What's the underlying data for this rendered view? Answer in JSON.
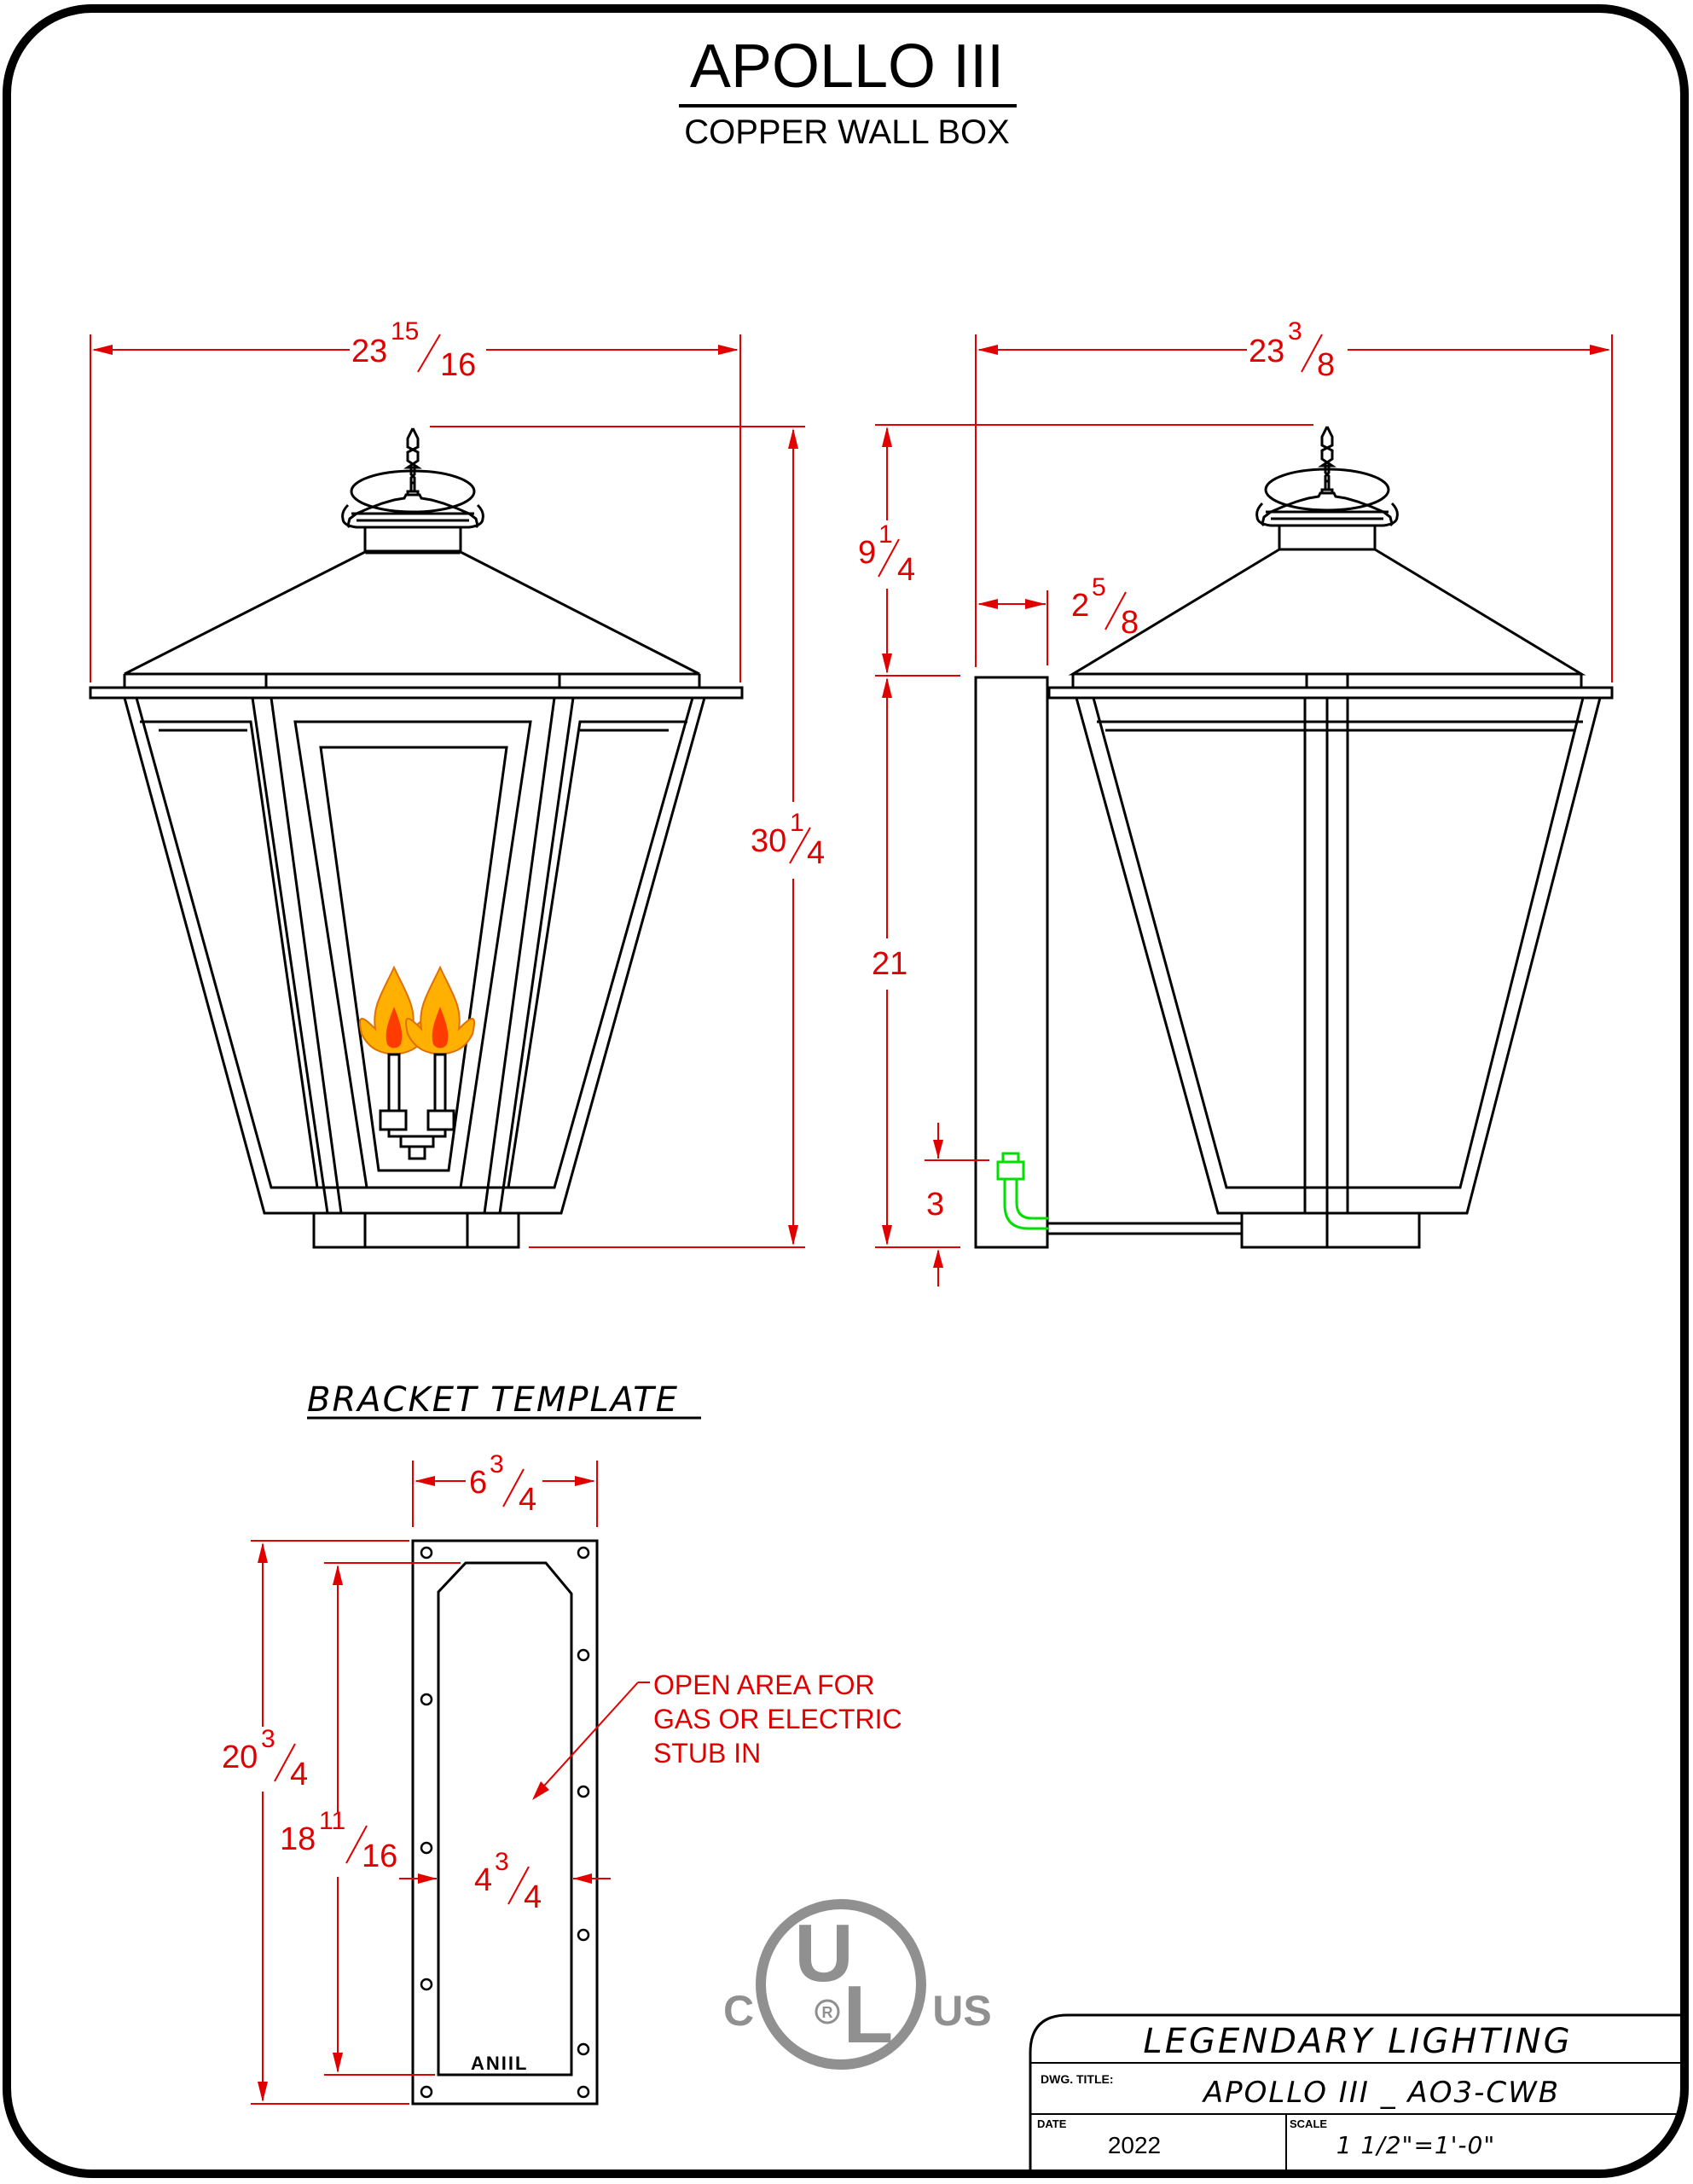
{
  "title": {
    "main": "APOLLO III",
    "subtitle": "COPPER WALL BOX"
  },
  "dimensions": {
    "front_width": {
      "whole": "23",
      "num": "15",
      "den": "16"
    },
    "front_height": {
      "whole": "30",
      "num": "1",
      "den": "4"
    },
    "side_width": {
      "whole": "23",
      "num": "3",
      "den": "8"
    },
    "top_height": {
      "whole": "9",
      "num": "1",
      "den": "4"
    },
    "box_depth": {
      "whole": "2",
      "num": "5",
      "den": "8"
    },
    "body_height": "21",
    "bottom_offset": "3",
    "template_width": {
      "whole": "6",
      "num": "3",
      "den": "4"
    },
    "template_height": {
      "whole": "20",
      "num": "3",
      "den": "4"
    },
    "template_inner_height": {
      "whole": "18",
      "num": "11",
      "den": "16"
    },
    "template_inner_width": {
      "whole": "4",
      "num": "3",
      "den": "4"
    }
  },
  "bracket_template": {
    "label": "BRACKET TEMPLATE",
    "note_lines": [
      "OPEN AREA FOR",
      "GAS OR ELECTRIC",
      "STUB IN"
    ],
    "stamp": "ANIIL"
  },
  "certification": {
    "logo_icon": "ul-listed-mark-icon",
    "left": "C",
    "right": "US",
    "center_top": "U",
    "center_bottom": "L",
    "registered": "R"
  },
  "title_block": {
    "company": "LEGENDARY LIGHTING",
    "dwg_title_label": "DWG. TITLE:",
    "dwg_title": "APOLLO III _ AO3-CWB",
    "date_label": "DATE",
    "date": "2022",
    "scale_label": "SCALE",
    "scale": "1 1/2\"=1'-0\""
  },
  "colors": {
    "line": "#000000",
    "dimension": "#e00000",
    "flame_outer": "#ffb000",
    "flame_inner": "#ff3c00",
    "gas_line": "#00e000",
    "ul_mark": "#909090"
  }
}
